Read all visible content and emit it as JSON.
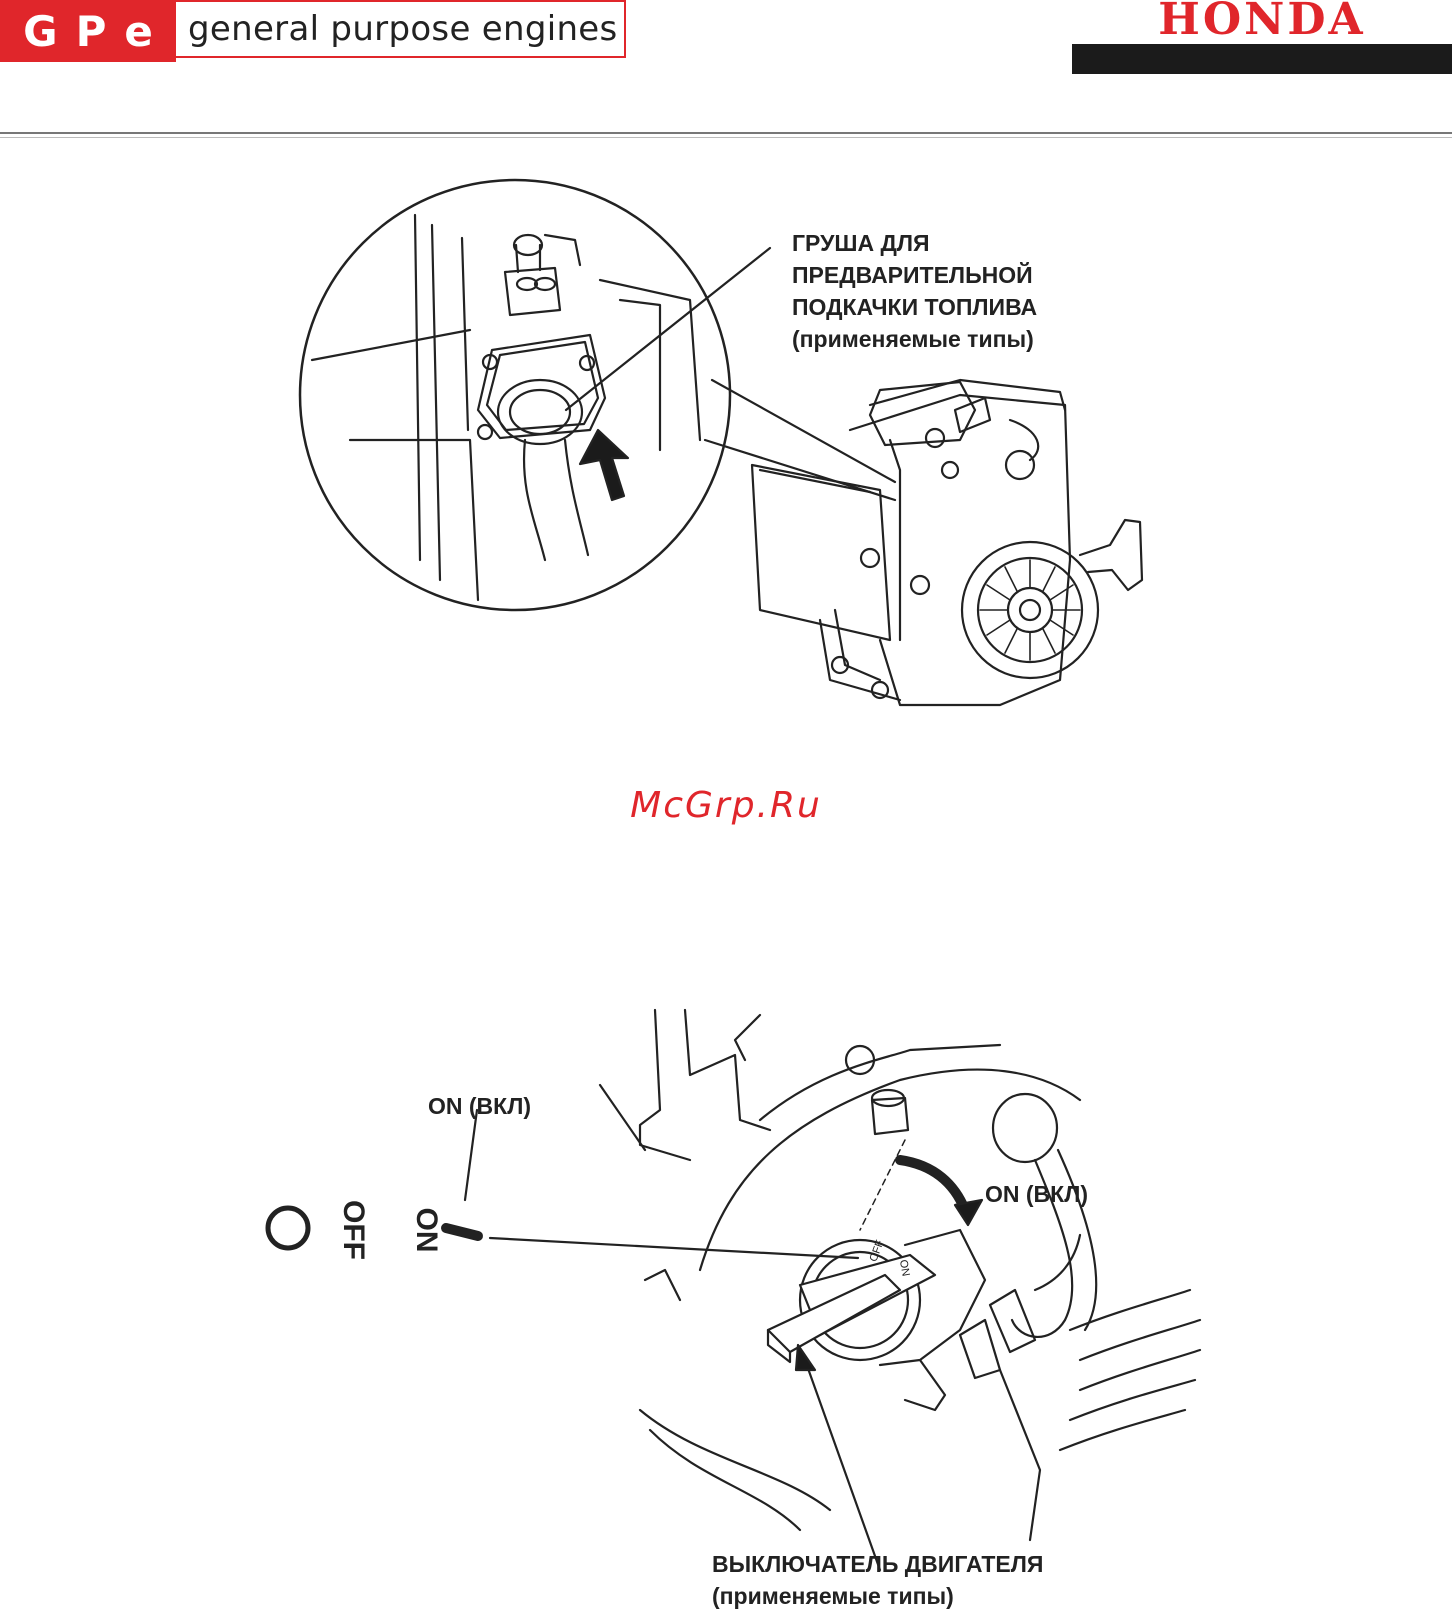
{
  "header": {
    "gpe_letters": [
      "G",
      "P",
      "e"
    ],
    "gpe_tagline": "general purpose engines",
    "brand": "HONDA"
  },
  "figure1": {
    "primer_label_lines": [
      "ГРУША ДЛЯ",
      "ПРЕДВАРИТЕЛЬНОЙ",
      "ПОДКАЧКИ ТОПЛИВА"
    ],
    "primer_label_note": "(применяемые типы)"
  },
  "watermark": "McGrp.Ru",
  "figure2": {
    "switch_on_label_left": "ON (ВКЛ)",
    "switch_on_label_right": "ON (ВКЛ)",
    "symbol_off": "OFF",
    "symbol_on": "ON",
    "switch_label": "ВЫКЛЮЧАТЕЛЬ ДВИГАТЕЛЯ",
    "switch_label_note": "(применяемые типы)",
    "dial_off": "OFF",
    "dial_on": "ON"
  },
  "colors": {
    "accent": "#e0262b",
    "dark": "#1b1b1b",
    "line": "#333333"
  }
}
